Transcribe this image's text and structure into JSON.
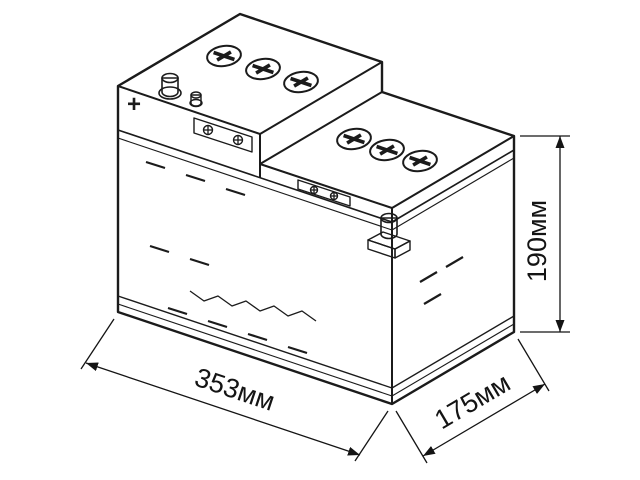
{
  "diagram": {
    "subject": "automotive-battery-isometric-technical-drawing",
    "background_color": "#ffffff",
    "line_color": "#1b1b1b",
    "dimensions": {
      "length": "353мм",
      "depth": "175мм",
      "height": "190мм"
    },
    "markings": {
      "positive_terminal": "+"
    }
  }
}
